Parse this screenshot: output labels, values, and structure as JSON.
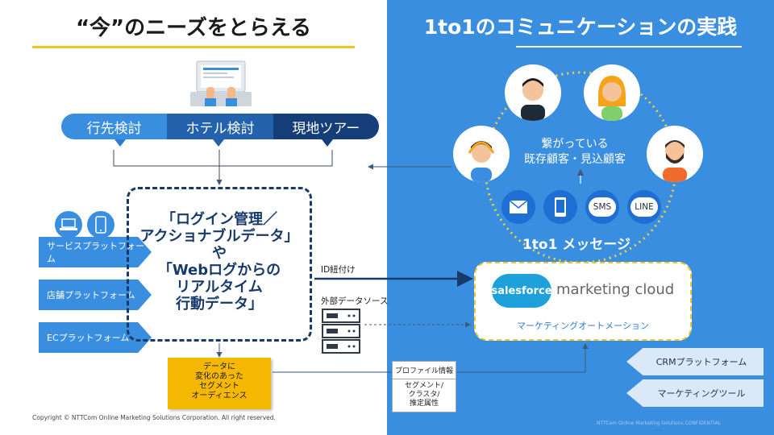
{
  "titles": {
    "left": "“今”のニーズをとらえる",
    "right": "1to1のコミュニケーションの実践"
  },
  "tabs": [
    "行先検討",
    "ホテル検討",
    "現地ツアー"
  ],
  "platforms": [
    "サービスプラットフォーム",
    "店舗プラットフォーム",
    "ECプラットフォーム"
  ],
  "center": {
    "lines": [
      "「ログイン管理／",
      "アクショナブルデータ」",
      "や",
      "「Webログからの",
      "リアルタイム",
      "行動データ」"
    ]
  },
  "labels": {
    "id_link": "ID紐付け",
    "external_source": "外部データソース"
  },
  "sticky": {
    "lines": [
      "データに",
      "変化のあった",
      "セグメント",
      "オーディエンス"
    ]
  },
  "profile": {
    "header": "プロファイル情報",
    "lines": [
      "セグメント/",
      "クラスタ/",
      "推定属性"
    ]
  },
  "marketing_cloud": {
    "logo": "salesforce",
    "name": "marketing cloud",
    "subtitle": "マーケティングオートメーション"
  },
  "customers": {
    "line1": "繋がっている",
    "line2": "既存顧客・見込顧客"
  },
  "channels": {
    "email_icon": "envelope-icon",
    "phone_icon": "smartphone-icon",
    "sms": "SMS",
    "line": "LINE"
  },
  "message_label": "1to1 メッセージ",
  "right_arrows": [
    "CRMプラットフォーム",
    "マーケティングツール"
  ],
  "copyright": "Copyright © NTTCom Online Marketing Solutions Corporation. All right reserved.",
  "watermark": "NTTCom Online Marketing Solutions  CONFIDENTIAL",
  "colors": {
    "blue": "#3a8ee0",
    "navy": "#173a6a",
    "yellow": "#f3c61c",
    "sticky": "#f5b800"
  }
}
